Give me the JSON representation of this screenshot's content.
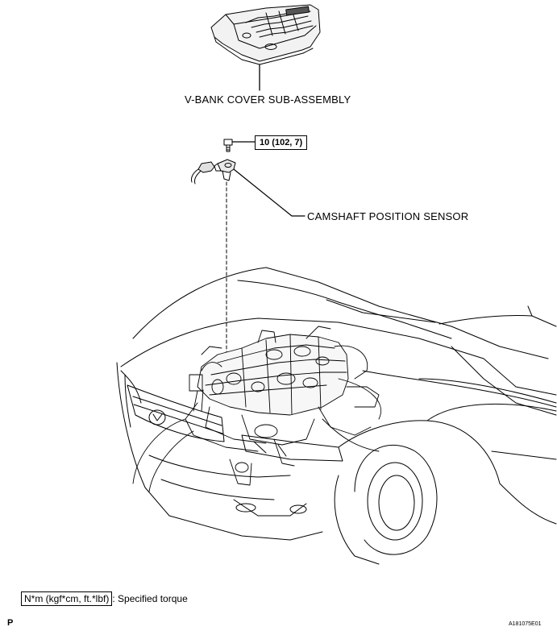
{
  "labels": {
    "vbank_cover": "V-BANK COVER SUB-ASSEMBLY",
    "camshaft_sensor": "CAMSHAFT POSITION SENSOR",
    "torque_value": "10 (102, 7)"
  },
  "legend": {
    "unit": "N*m (kgf*cm, ft.*lbf)",
    "suffix": ": Specified torque"
  },
  "footer": {
    "corner_letter": "P",
    "figure_code": "A181075E01"
  }
}
